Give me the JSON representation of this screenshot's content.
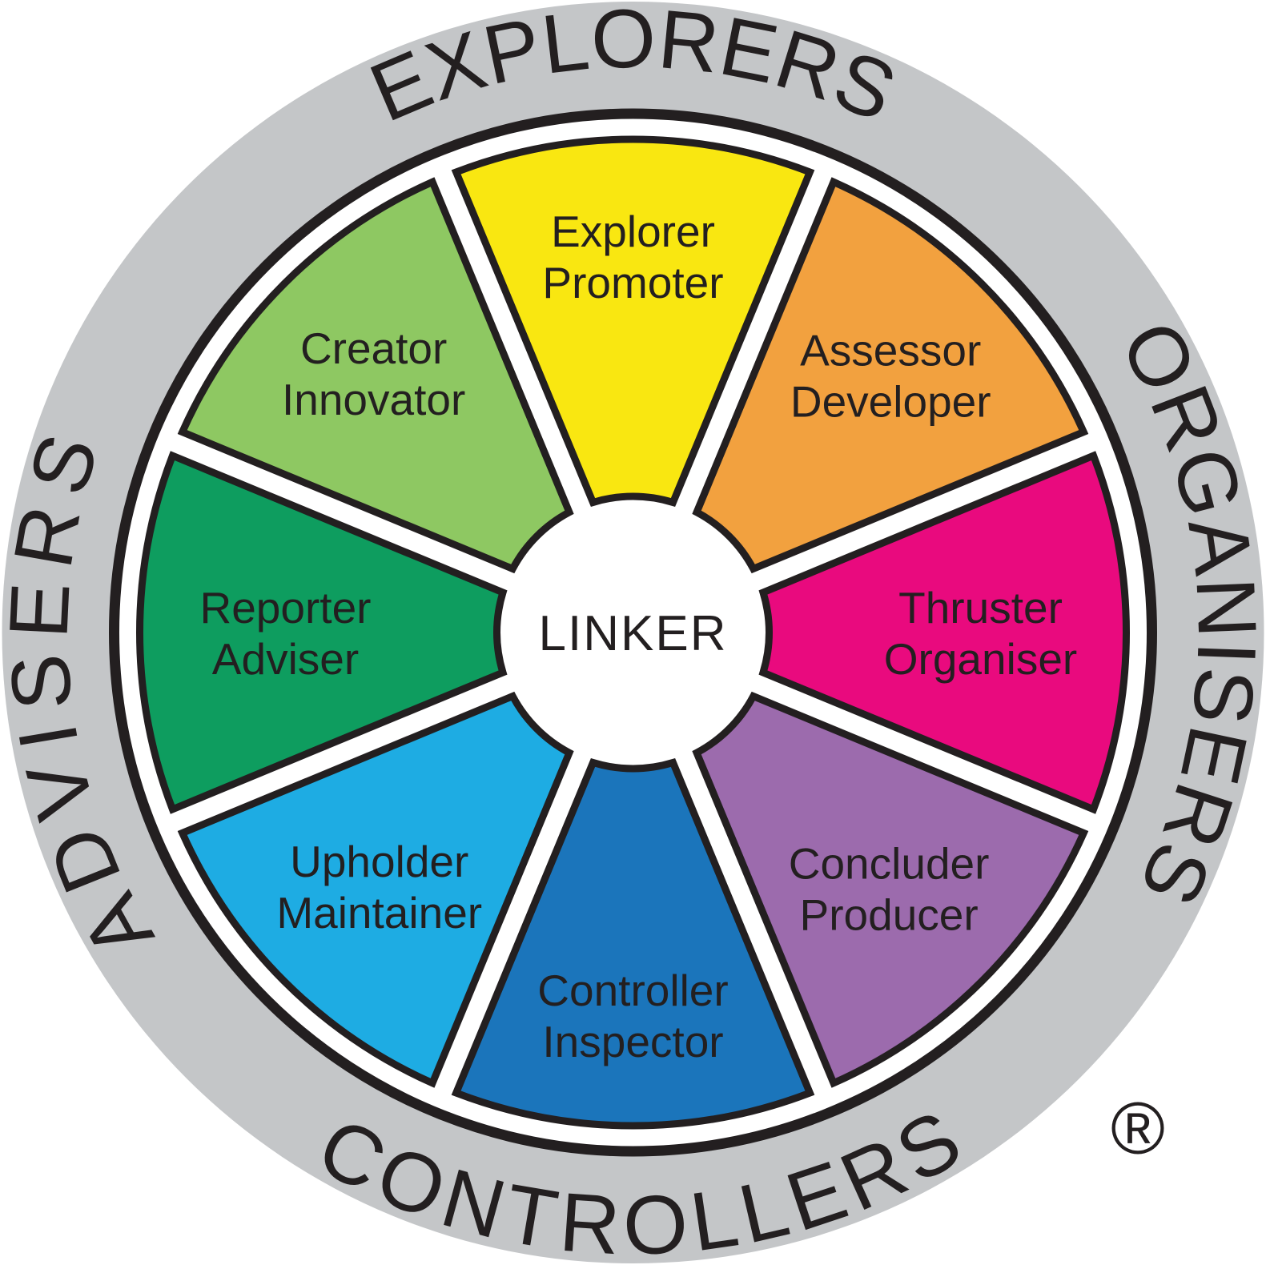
{
  "wheel": {
    "center_label": "LINKER",
    "registered_mark": "®",
    "colors": {
      "outer_ring": "#C4C6C8",
      "wheel_background": "#FFFFFF",
      "outline": "#231F20",
      "text": "#231F20"
    },
    "categories": [
      {
        "label": "EXPLORERS",
        "angle": 0
      },
      {
        "label": "ORGANISERS",
        "angle": 88
      },
      {
        "label": "CONTROLLERS",
        "angle": 179
      },
      {
        "label": "ADVISERS",
        "angle": 264
      }
    ],
    "segments": [
      {
        "label_line1": "Explorer",
        "label_line2": "Promoter",
        "color": "#F9E711",
        "angle": 0
      },
      {
        "label_line1": "Assessor",
        "label_line2": "Developer",
        "color": "#F2A13F",
        "angle": 45
      },
      {
        "label_line1": "Thruster",
        "label_line2": "Organiser",
        "color": "#E90A7E",
        "angle": 90
      },
      {
        "label_line1": "Concluder",
        "label_line2": "Producer",
        "color": "#9C6BAD",
        "angle": 135
      },
      {
        "label_line1": "Controller",
        "label_line2": "Inspector",
        "color": "#1B75BB",
        "angle": 180
      },
      {
        "label_line1": "Upholder",
        "label_line2": "Maintainer",
        "color": "#1EACE3",
        "angle": 225
      },
      {
        "label_line1": "Reporter",
        "label_line2": "Adviser",
        "color": "#0E9D5F",
        "angle": 270
      },
      {
        "label_line1": "Creator",
        "label_line2": "Innovator",
        "color": "#8EC862",
        "angle": 315
      }
    ]
  }
}
